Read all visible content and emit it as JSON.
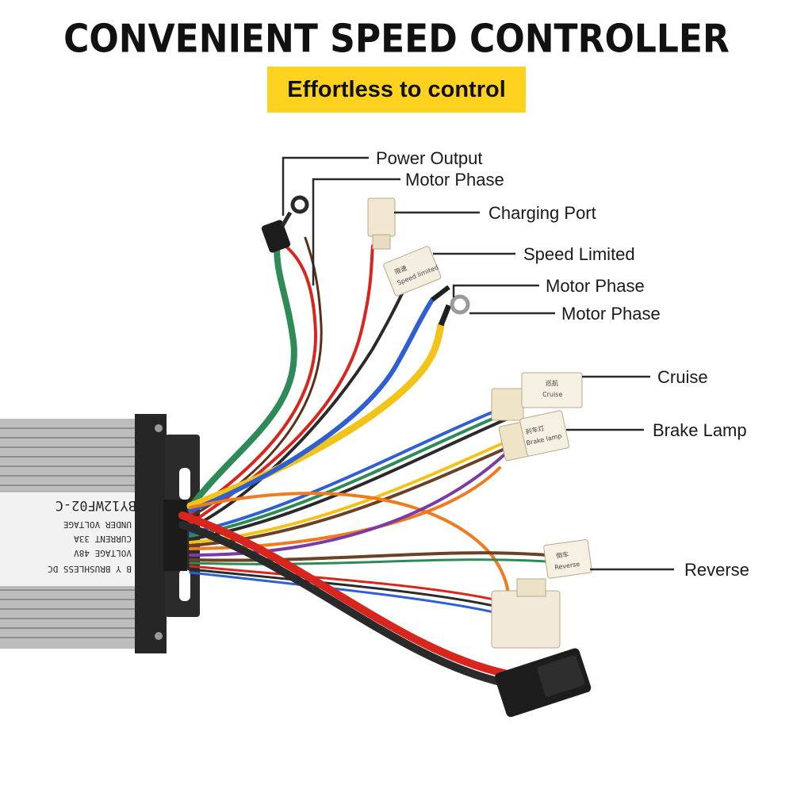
{
  "header": {
    "title": "CONVENIENT SPEED CONTROLLER",
    "subtitle": "Effortless to control",
    "accent_color": "#ffd21f"
  },
  "callouts": [
    "Power Output",
    "Motor Phase",
    "Charging Port",
    "Speed Limited",
    "Motor Phase",
    "Motor Phase",
    "Cruise",
    "Brake Lamp",
    "Reverse"
  ],
  "connector_labels": {
    "speed_limited_cn": "限速",
    "speed_limited_en": "Speed limited",
    "cruise_cn": "巡航",
    "cruise_en": "Cruise",
    "brake_cn": "刹车灯",
    "brake_en": "Brake lamp",
    "reverse_cn": "倒车",
    "reverse_en": "Reverse"
  },
  "controller_label": {
    "model": "BY12WF02-C",
    "line1": "UNDER VOLTAGE",
    "line2": "CURRENT 33A",
    "line3": "VOLTAGE 48V",
    "line4": "B Y  BRUSHLESS DC"
  },
  "wire_colors": {
    "green": "#2e8b57",
    "red": "#d8261f",
    "black": "#1f1f1f",
    "yellow": "#f2c41a",
    "blue": "#2f5fd0",
    "orange": "#f07a1e",
    "purple": "#7a3aa8",
    "brown": "#6b4226",
    "white": "#eeeeee"
  }
}
